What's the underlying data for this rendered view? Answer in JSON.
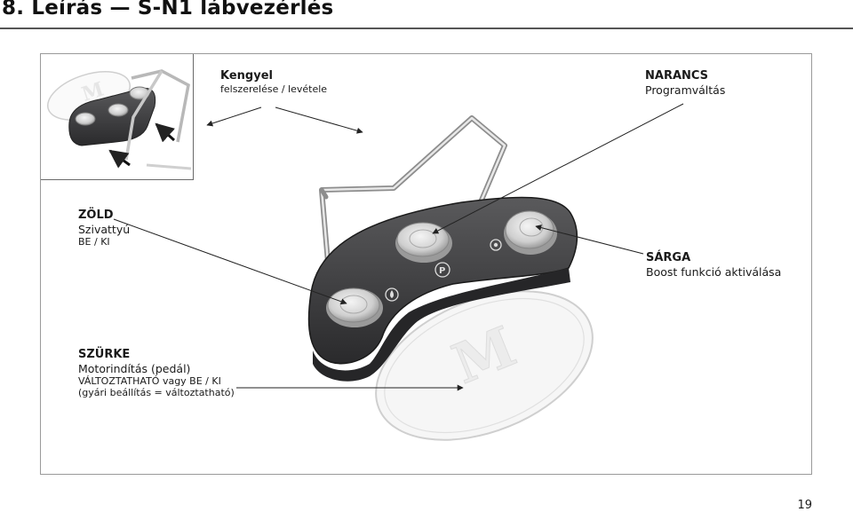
{
  "page": {
    "title": "8. Leírás — S-N1 lábvezérlés",
    "page_number": "19"
  },
  "labels": {
    "kengyel": {
      "title": "Kengyel",
      "line2": "felszerelése / levétele"
    },
    "narancs": {
      "title": "NARANCS",
      "line2": "Programváltás"
    },
    "zold": {
      "title": "ZÖLD",
      "line2": "Szivattyú",
      "line3": "BE / KI"
    },
    "sarga": {
      "title": "SÁRGA",
      "line2": "Boost funkció aktiválása"
    },
    "szurke": {
      "title": "SZÜRKE",
      "line2": "Motorindítás (pedál)",
      "line3": "VÁLTOZTATHATÓ vagy BE / KI",
      "line4": "(gyári beállítás = változtatható)"
    }
  },
  "graphics": {
    "pedal_logo": "M",
    "inset_logo": "M",
    "housing_color": "#3b3b3d",
    "button_color": "#d9d9d9"
  },
  "icons": [
    "water-drop-icon",
    "p-icon",
    "boost-icon"
  ]
}
